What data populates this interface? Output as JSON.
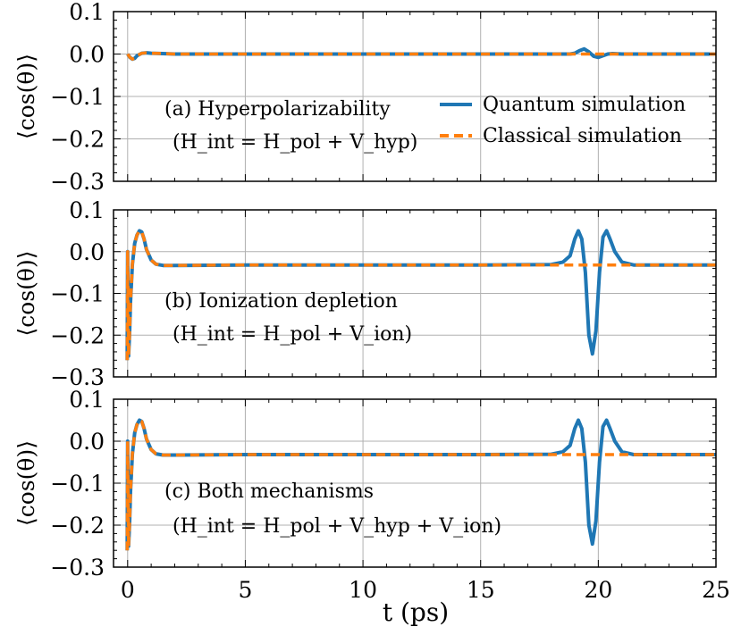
{
  "chart_data": [
    {
      "type": "line",
      "panel": "a",
      "annotation": "(a) Hyperpolarizability",
      "annotation_eq": "(H_int = H_pol + V_hyp)",
      "ylabel": "⟨cos(θ)⟩",
      "ylim": [
        -0.3,
        0.1
      ],
      "xlim": [
        -0.6,
        25
      ],
      "yticks": [
        "0.1",
        "0.0",
        "−0.1",
        "−0.2",
        "−0.3"
      ],
      "grid": true,
      "legend": [
        "Quantum simulation",
        "Classical simulation"
      ],
      "legend_position": "upper-right",
      "series": [
        {
          "name": "Quantum simulation",
          "color": "#1f77b4",
          "style": "solid",
          "x": [
            0,
            0.1,
            0.2,
            0.3,
            0.4,
            0.6,
            0.8,
            1.0,
            1.5,
            2,
            5,
            10,
            15,
            18.8,
            19.0,
            19.2,
            19.4,
            19.6,
            19.8,
            20.0,
            20.2,
            20.4,
            20.6,
            21,
            25
          ],
          "y": [
            0.0,
            -0.008,
            -0.012,
            -0.01,
            -0.004,
            0.002,
            0.003,
            0.002,
            0.001,
            0.0,
            0.0,
            0.0,
            0.0,
            0.0,
            0.002,
            0.008,
            0.012,
            0.005,
            -0.005,
            -0.008,
            -0.004,
            0.0,
            0.001,
            0.0,
            0.0
          ]
        },
        {
          "name": "Classical simulation",
          "color": "#ff7f0e",
          "style": "dashed",
          "x": [
            0,
            0.1,
            0.2,
            0.3,
            0.4,
            0.6,
            0.8,
            1.0,
            1.5,
            2,
            5,
            10,
            15,
            20,
            25
          ],
          "y": [
            0.0,
            -0.008,
            -0.012,
            -0.01,
            -0.004,
            0.002,
            0.003,
            0.002,
            0.001,
            0.0,
            0.0,
            0.0,
            0.0,
            0.0,
            0.0
          ]
        }
      ]
    },
    {
      "type": "line",
      "panel": "b",
      "annotation": "(b) Ionization depletion",
      "annotation_eq": "(H_int = H_pol + V_ion)",
      "ylabel": "⟨cos(θ)⟩",
      "ylim": [
        -0.3,
        0.1
      ],
      "xlim": [
        -0.6,
        25
      ],
      "yticks": [
        "0.1",
        "0.0",
        "−0.1",
        "−0.2",
        "−0.3"
      ],
      "grid": true,
      "series": [
        {
          "name": "Quantum simulation",
          "color": "#1f77b4",
          "style": "solid",
          "x": [
            -0.02,
            0,
            0.04,
            0.08,
            0.12,
            0.2,
            0.3,
            0.4,
            0.5,
            0.6,
            0.7,
            0.8,
            1.0,
            1.2,
            1.5,
            2,
            5,
            10,
            15,
            18.0,
            18.5,
            18.8,
            19.0,
            19.15,
            19.3,
            19.45,
            19.6,
            19.75,
            19.9,
            20.05,
            20.2,
            20.35,
            20.5,
            20.7,
            21,
            21.5,
            25
          ],
          "y": [
            -0.26,
            0.0,
            -0.25,
            -0.2,
            -0.12,
            -0.03,
            0.02,
            0.04,
            0.05,
            0.047,
            0.03,
            0.005,
            -0.02,
            -0.03,
            -0.033,
            -0.033,
            -0.032,
            -0.032,
            -0.032,
            -0.031,
            -0.025,
            -0.01,
            0.03,
            0.05,
            0.03,
            -0.05,
            -0.2,
            -0.245,
            -0.19,
            -0.05,
            0.035,
            0.05,
            0.03,
            0.0,
            -0.025,
            -0.032,
            -0.032
          ]
        },
        {
          "name": "Classical simulation",
          "color": "#ff7f0e",
          "style": "dashed",
          "x": [
            -0.02,
            0,
            0.04,
            0.08,
            0.12,
            0.2,
            0.3,
            0.4,
            0.5,
            0.6,
            0.7,
            0.8,
            1.0,
            1.2,
            1.5,
            2,
            5,
            10,
            15,
            20,
            25
          ],
          "y": [
            -0.26,
            0.0,
            -0.25,
            -0.2,
            -0.12,
            -0.03,
            0.02,
            0.04,
            0.05,
            0.047,
            0.03,
            0.005,
            -0.02,
            -0.03,
            -0.033,
            -0.033,
            -0.032,
            -0.032,
            -0.032,
            -0.032,
            -0.032
          ]
        }
      ]
    },
    {
      "type": "line",
      "panel": "c",
      "annotation": "(c) Both mechanisms",
      "annotation_eq": "(H_int = H_pol + V_hyp + V_ion)",
      "ylabel": "⟨cos(θ)⟩",
      "xlabel": "t (ps)",
      "ylim": [
        -0.3,
        0.1
      ],
      "xlim": [
        -0.6,
        25
      ],
      "xticks": [
        "0",
        "5",
        "10",
        "15",
        "20",
        "25"
      ],
      "yticks": [
        "0.1",
        "0.0",
        "−0.1",
        "−0.2",
        "−0.3"
      ],
      "grid": true,
      "series": [
        {
          "name": "Quantum simulation",
          "color": "#1f77b4",
          "style": "solid",
          "x": [
            -0.02,
            0,
            0.04,
            0.08,
            0.12,
            0.2,
            0.3,
            0.4,
            0.5,
            0.6,
            0.7,
            0.8,
            1.0,
            1.2,
            1.5,
            2,
            5,
            10,
            15,
            18.0,
            18.5,
            18.8,
            19.0,
            19.15,
            19.3,
            19.45,
            19.6,
            19.75,
            19.9,
            20.05,
            20.2,
            20.35,
            20.5,
            20.7,
            21,
            21.5,
            25
          ],
          "y": [
            -0.26,
            0.0,
            -0.25,
            -0.2,
            -0.12,
            -0.03,
            0.02,
            0.04,
            0.05,
            0.047,
            0.03,
            0.005,
            -0.02,
            -0.03,
            -0.033,
            -0.033,
            -0.032,
            -0.032,
            -0.032,
            -0.031,
            -0.025,
            -0.01,
            0.03,
            0.05,
            0.03,
            -0.05,
            -0.2,
            -0.245,
            -0.19,
            -0.05,
            0.035,
            0.05,
            0.03,
            0.0,
            -0.025,
            -0.032,
            -0.032
          ]
        },
        {
          "name": "Classical simulation",
          "color": "#ff7f0e",
          "style": "dashed",
          "x": [
            -0.02,
            0,
            0.04,
            0.08,
            0.12,
            0.2,
            0.3,
            0.4,
            0.5,
            0.6,
            0.7,
            0.8,
            1.0,
            1.2,
            1.5,
            2,
            5,
            10,
            15,
            20,
            25
          ],
          "y": [
            -0.26,
            0.0,
            -0.25,
            -0.2,
            -0.12,
            -0.03,
            0.02,
            0.04,
            0.05,
            0.047,
            0.03,
            0.005,
            -0.02,
            -0.03,
            -0.033,
            -0.033,
            -0.032,
            -0.032,
            -0.032,
            -0.032,
            -0.032
          ]
        }
      ]
    }
  ]
}
